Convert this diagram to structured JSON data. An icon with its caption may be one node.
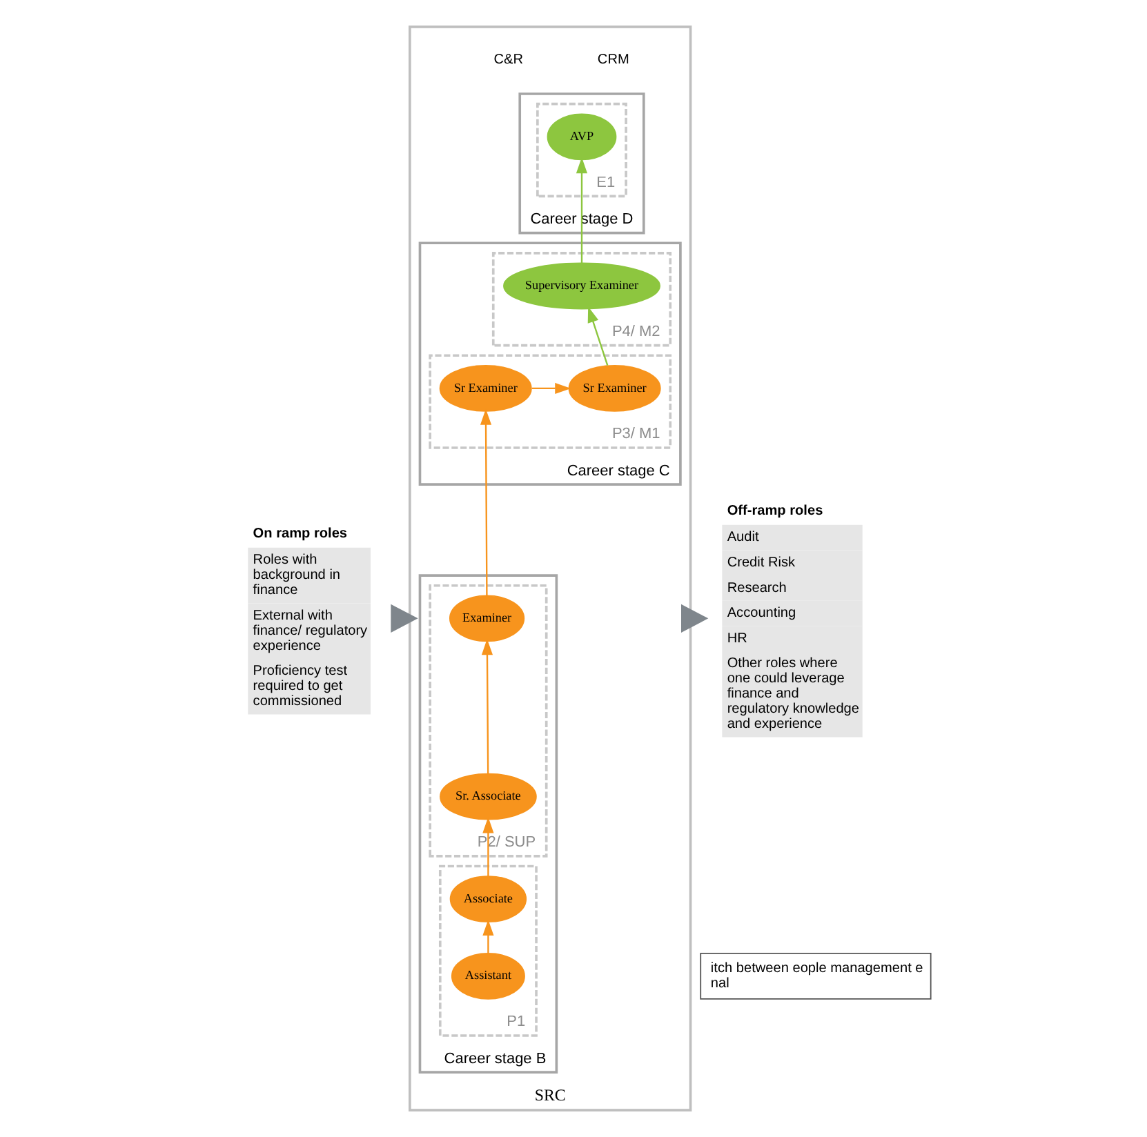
{
  "diagram": {
    "nodes": [
      {
        "text": [
          "SRC"
        ]
      },
      {
        "text": [
          "Career stage D"
        ],
        "in": 0
      },
      {
        "text": [
          "E1"
        ],
        "in": 1
      },
      {
        "text": [
          "AVP"
        ],
        "in": 2
      },
      {
        "text": [
          "Career stage C"
        ],
        "in": 0
      },
      {
        "text": [
          "P4/ M2"
        ],
        "in": 4
      },
      {
        "text": [
          "Supervisory Examiner"
        ],
        "in": 5
      },
      {
        "text": [
          "P3/ M1"
        ],
        "in": 4
      },
      {
        "text": [
          "Sr Examiner"
        ],
        "in": 7
      },
      {
        "text": [
          "Sr Examiner"
        ],
        "in": 7
      },
      {
        "text": [
          "Career stage B"
        ],
        "in": 0
      },
      {
        "text": [
          "P2/ SUP"
        ],
        "in": 10
      },
      {
        "text": [
          "Examiner"
        ],
        "in": 11
      },
      {
        "text": [
          "Sr. Associate"
        ],
        "in": 11
      },
      {
        "text": [
          "P1"
        ],
        "in": 10
      },
      {
        "text": [
          "Associate"
        ],
        "in": 14
      },
      {
        "text": [
          "Assistant"
        ],
        "in": 14
      },
      {
        "text": [
          "On ramp roles",
          "Roles with background in finance",
          "External with finance/ regulatory experience",
          "Proficiency test required to get commissioned"
        ]
      },
      {
        "text": [
          "Off-ramp roles",
          "Audit",
          "Credit Risk",
          "Research",
          "Accounting",
          "HR",
          "Other roles where one could leverage finance and regulatory knowledge and experience"
        ]
      },
      {
        "text": [
          "itch between eople management e",
          "nal"
        ]
      }
    ],
    "edges": [
      {
        "from": 16,
        "to": 15,
        "arrow": "to"
      },
      {
        "from": 15,
        "to": 13,
        "arrow": "to"
      },
      {
        "from": 13,
        "to": 12,
        "arrow": "to"
      },
      {
        "from": 12,
        "to": 8,
        "arrow": "to"
      },
      {
        "from": 8,
        "to": 9,
        "arrow": "to"
      },
      {
        "from": 9,
        "to": 6,
        "arrow": "to",
        "color": "#8dc63f"
      },
      {
        "from": 6,
        "to": 3,
        "arrow": "to",
        "color": "#8dc63f"
      },
      {
        "from": 17,
        "to": 0,
        "arrow": "to",
        "style": "thick",
        "color": "#7f868c"
      },
      {
        "from": 0,
        "to": 18,
        "arrow": "to",
        "style": "thick",
        "color": "#7f868c"
      }
    ],
    "labels": [
      "C&R",
      "CRM"
    ]
  }
}
